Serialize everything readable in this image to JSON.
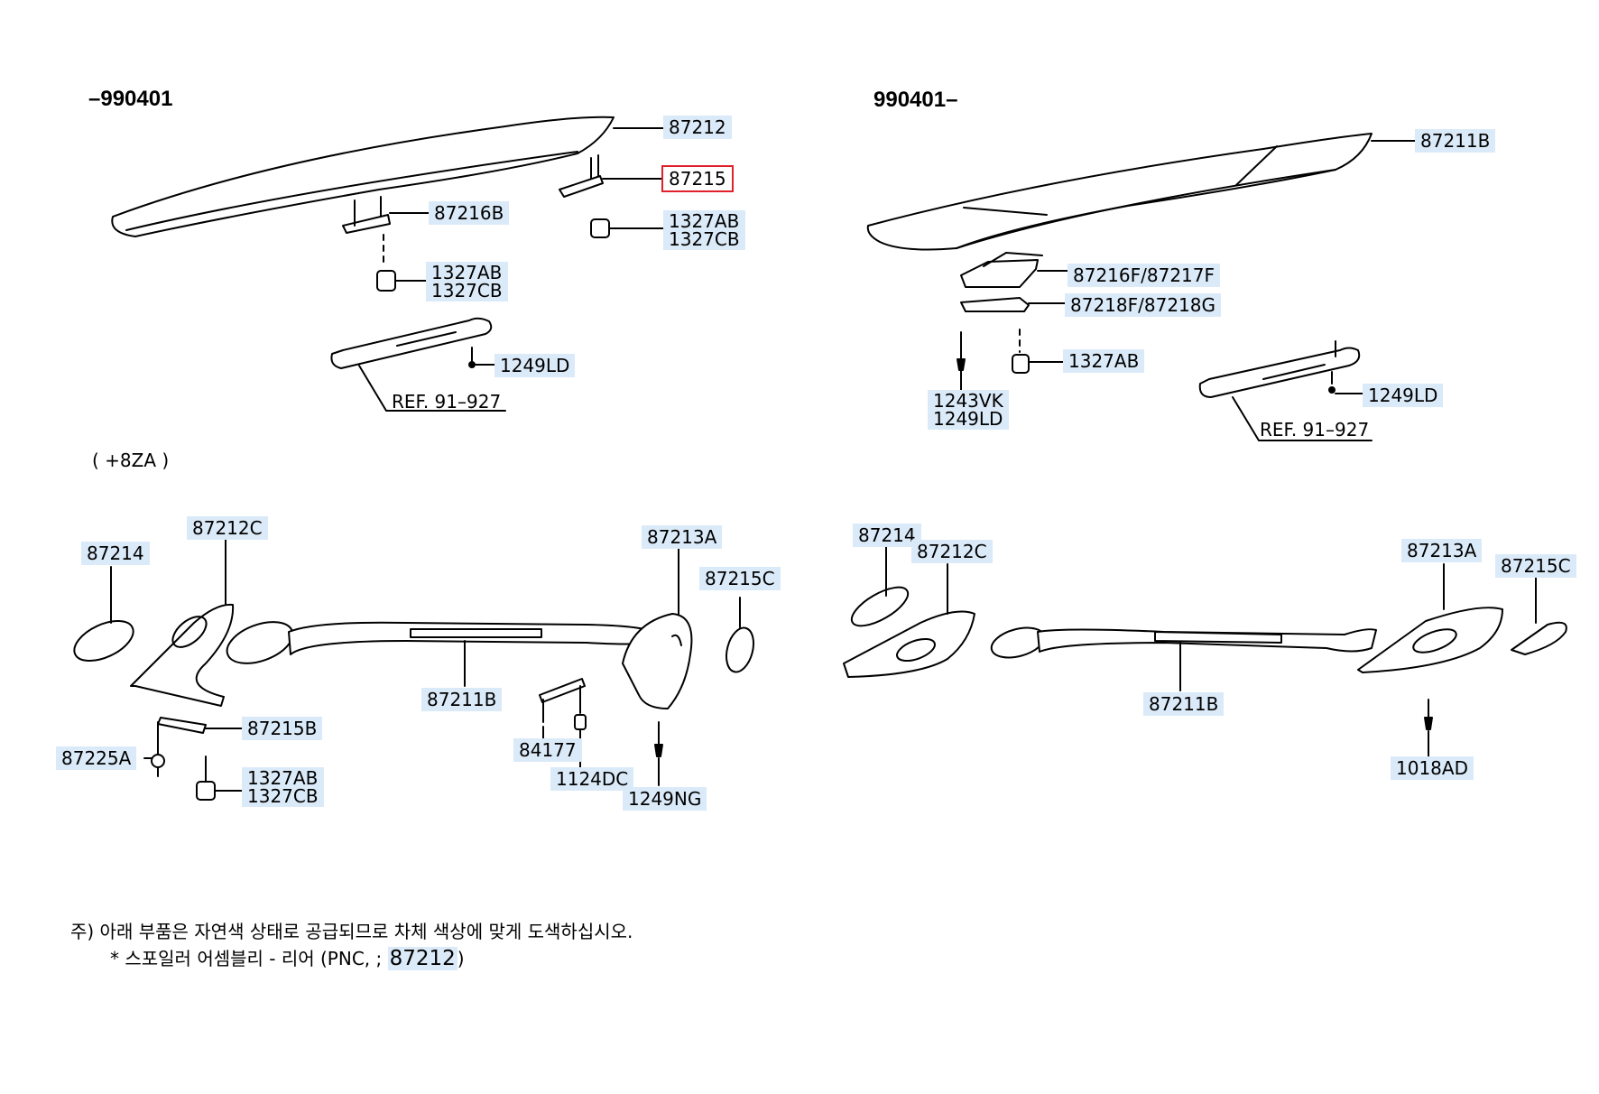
{
  "headers": {
    "left": "–990401",
    "right": "990401–",
    "variant": "( +8ZA )"
  },
  "labels": {
    "p87212": "87212",
    "p87215": "87215",
    "p87216B": "87216B",
    "p1327_tl1": "1327AB\n1327CB",
    "p1327_tl2": "1327AB\n1327CB",
    "p1249LD_l": "1249LD",
    "ref_l": "REF. 91–927",
    "p87211B_tr": "87211B",
    "p87216F": "87216F/87217F",
    "p87218F": "87218F/87218G",
    "p1327AB_r": "1327AB",
    "p1243VK": "1243VK\n1249LD",
    "p1249LD_r": "1249LD",
    "ref_r": "REF. 91–927",
    "p87214_bl": "87214",
    "p87212C_bl": "87212C",
    "p87213A_bl": "87213A",
    "p87215C_bl": "87215C",
    "p87211B_bl": "87211B",
    "p87215B": "87215B",
    "p87225A": "87225A",
    "p1327_bl": "1327AB\n1327CB",
    "p84177": "84177",
    "p1124DC": "1124DC",
    "p1249NG": "1249NG",
    "p87214_br": "87214",
    "p87212C_br": "87212C",
    "p87213A_br": "87213A",
    "p87215C_br": "87215C",
    "p87211B_br": "87211B",
    "p1018AD": "1018AD"
  },
  "highlight": {
    "color": "#e0202a",
    "label": "87215"
  },
  "label_bg_color": "#dbeaf8",
  "note": {
    "line1": "주) 아래 부품은 자연색 상태로 공급되므로 차체 색상에 맞게 도색하십시오.",
    "line2_prefix": "* 스포일러 어셈블리 - 리어 (PNC, ;",
    "line2_pnc": "87212",
    "line2_suffix": ")"
  }
}
